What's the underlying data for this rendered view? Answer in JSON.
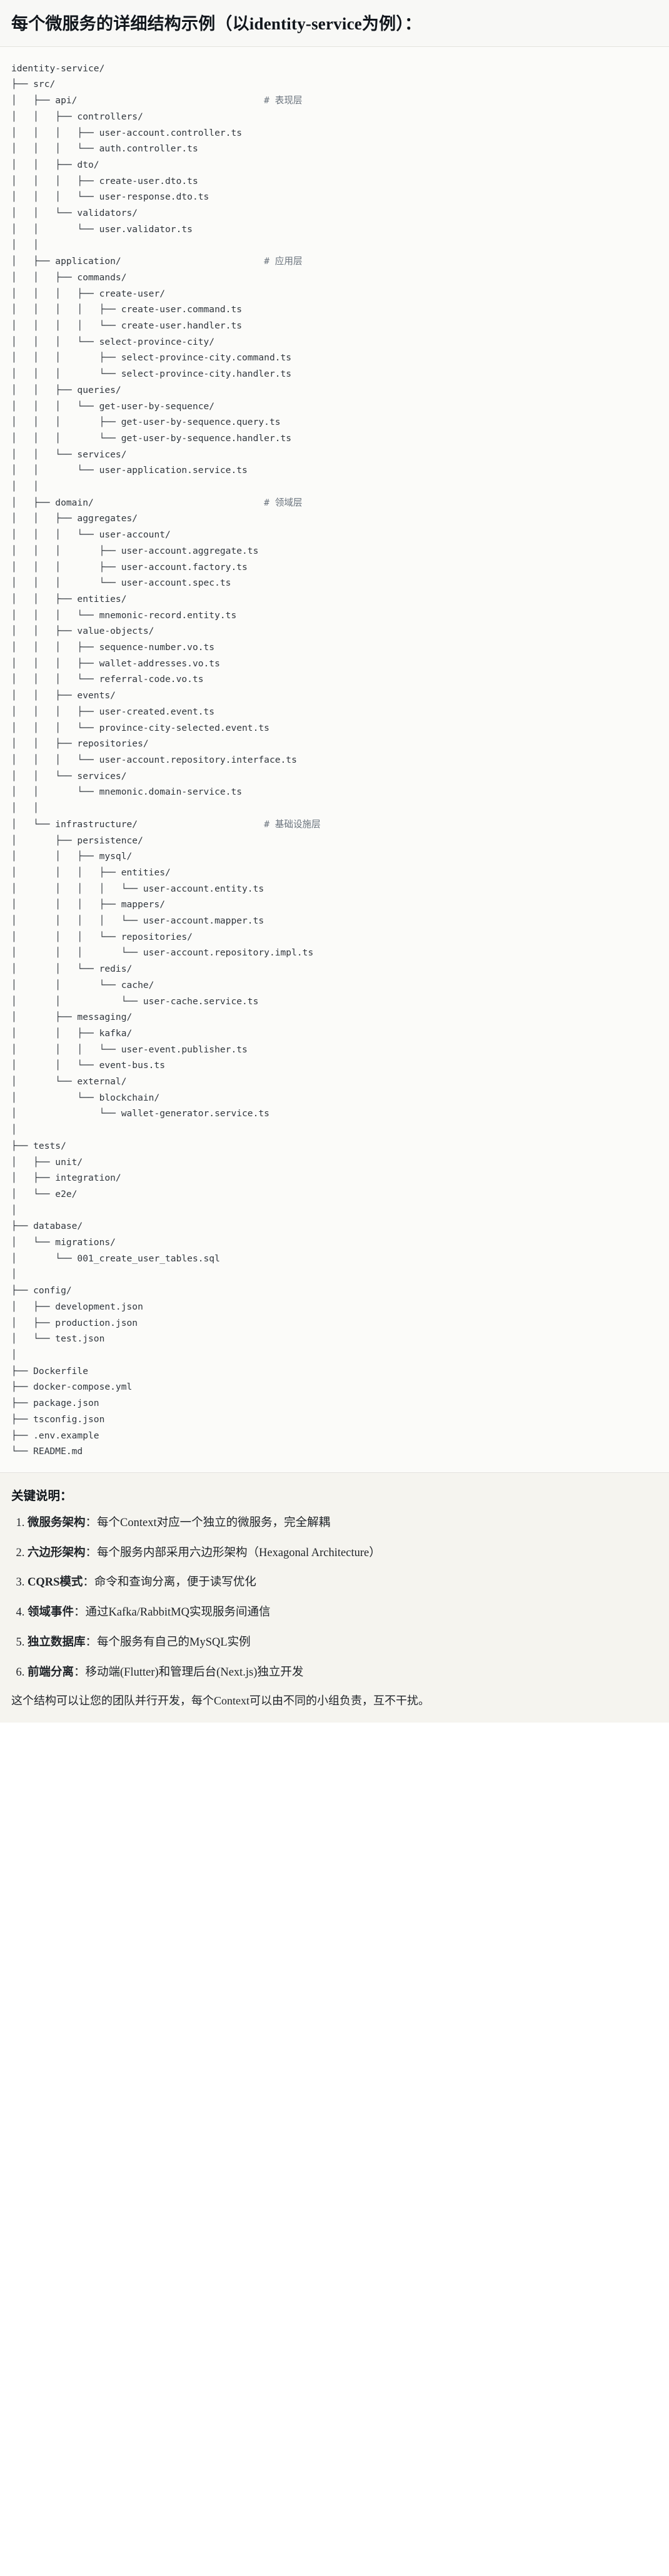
{
  "header": {
    "title": "每个微服务的详细结构示例（以identity-service为例）："
  },
  "tree": {
    "lines": [
      {
        "text": "identity-service/",
        "comment": ""
      },
      {
        "text": "├── src/",
        "comment": ""
      },
      {
        "text": "│   ├── api/",
        "comment": "# 表现层"
      },
      {
        "text": "│   │   ├── controllers/",
        "comment": ""
      },
      {
        "text": "│   │   │   ├── user-account.controller.ts",
        "comment": ""
      },
      {
        "text": "│   │   │   └── auth.controller.ts",
        "comment": ""
      },
      {
        "text": "│   │   ├── dto/",
        "comment": ""
      },
      {
        "text": "│   │   │   ├── create-user.dto.ts",
        "comment": ""
      },
      {
        "text": "│   │   │   └── user-response.dto.ts",
        "comment": ""
      },
      {
        "text": "│   │   └── validators/",
        "comment": ""
      },
      {
        "text": "│   │       └── user.validator.ts",
        "comment": ""
      },
      {
        "text": "│   │",
        "comment": ""
      },
      {
        "text": "│   ├── application/",
        "comment": "# 应用层"
      },
      {
        "text": "│   │   ├── commands/",
        "comment": ""
      },
      {
        "text": "│   │   │   ├── create-user/",
        "comment": ""
      },
      {
        "text": "│   │   │   │   ├── create-user.command.ts",
        "comment": ""
      },
      {
        "text": "│   │   │   │   └── create-user.handler.ts",
        "comment": ""
      },
      {
        "text": "│   │   │   └── select-province-city/",
        "comment": ""
      },
      {
        "text": "│   │   │       ├── select-province-city.command.ts",
        "comment": ""
      },
      {
        "text": "│   │   │       └── select-province-city.handler.ts",
        "comment": ""
      },
      {
        "text": "│   │   ├── queries/",
        "comment": ""
      },
      {
        "text": "│   │   │   └── get-user-by-sequence/",
        "comment": ""
      },
      {
        "text": "│   │   │       ├── get-user-by-sequence.query.ts",
        "comment": ""
      },
      {
        "text": "│   │   │       └── get-user-by-sequence.handler.ts",
        "comment": ""
      },
      {
        "text": "│   │   └── services/",
        "comment": ""
      },
      {
        "text": "│   │       └── user-application.service.ts",
        "comment": ""
      },
      {
        "text": "│   │",
        "comment": ""
      },
      {
        "text": "│   ├── domain/",
        "comment": "# 领域层"
      },
      {
        "text": "│   │   ├── aggregates/",
        "comment": ""
      },
      {
        "text": "│   │   │   └── user-account/",
        "comment": ""
      },
      {
        "text": "│   │   │       ├── user-account.aggregate.ts",
        "comment": ""
      },
      {
        "text": "│   │   │       ├── user-account.factory.ts",
        "comment": ""
      },
      {
        "text": "│   │   │       └── user-account.spec.ts",
        "comment": ""
      },
      {
        "text": "│   │   ├── entities/",
        "comment": ""
      },
      {
        "text": "│   │   │   └── mnemonic-record.entity.ts",
        "comment": ""
      },
      {
        "text": "│   │   ├── value-objects/",
        "comment": ""
      },
      {
        "text": "│   │   │   ├── sequence-number.vo.ts",
        "comment": ""
      },
      {
        "text": "│   │   │   ├── wallet-addresses.vo.ts",
        "comment": ""
      },
      {
        "text": "│   │   │   └── referral-code.vo.ts",
        "comment": ""
      },
      {
        "text": "│   │   ├── events/",
        "comment": ""
      },
      {
        "text": "│   │   │   ├── user-created.event.ts",
        "comment": ""
      },
      {
        "text": "│   │   │   └── province-city-selected.event.ts",
        "comment": ""
      },
      {
        "text": "│   │   ├── repositories/",
        "comment": ""
      },
      {
        "text": "│   │   │   └── user-account.repository.interface.ts",
        "comment": ""
      },
      {
        "text": "│   │   └── services/",
        "comment": ""
      },
      {
        "text": "│   │       └── mnemonic.domain-service.ts",
        "comment": ""
      },
      {
        "text": "│   │",
        "comment": ""
      },
      {
        "text": "│   └── infrastructure/",
        "comment": "# 基础设施层"
      },
      {
        "text": "│       ├── persistence/",
        "comment": ""
      },
      {
        "text": "│       │   ├── mysql/",
        "comment": ""
      },
      {
        "text": "│       │   │   ├── entities/",
        "comment": ""
      },
      {
        "text": "│       │   │   │   └── user-account.entity.ts",
        "comment": ""
      },
      {
        "text": "│       │   │   ├── mappers/",
        "comment": ""
      },
      {
        "text": "│       │   │   │   └── user-account.mapper.ts",
        "comment": ""
      },
      {
        "text": "│       │   │   └── repositories/",
        "comment": ""
      },
      {
        "text": "│       │   │       └── user-account.repository.impl.ts",
        "comment": ""
      },
      {
        "text": "│       │   └── redis/",
        "comment": ""
      },
      {
        "text": "│       │       └── cache/",
        "comment": ""
      },
      {
        "text": "│       │           └── user-cache.service.ts",
        "comment": ""
      },
      {
        "text": "│       ├── messaging/",
        "comment": ""
      },
      {
        "text": "│       │   ├── kafka/",
        "comment": ""
      },
      {
        "text": "│       │   │   └── user-event.publisher.ts",
        "comment": ""
      },
      {
        "text": "│       │   └── event-bus.ts",
        "comment": ""
      },
      {
        "text": "│       └── external/",
        "comment": ""
      },
      {
        "text": "│           └── blockchain/",
        "comment": ""
      },
      {
        "text": "│               └── wallet-generator.service.ts",
        "comment": ""
      },
      {
        "text": "│",
        "comment": ""
      },
      {
        "text": "├── tests/",
        "comment": ""
      },
      {
        "text": "│   ├── unit/",
        "comment": ""
      },
      {
        "text": "│   ├── integration/",
        "comment": ""
      },
      {
        "text": "│   └── e2e/",
        "comment": ""
      },
      {
        "text": "│",
        "comment": ""
      },
      {
        "text": "├── database/",
        "comment": ""
      },
      {
        "text": "│   └── migrations/",
        "comment": ""
      },
      {
        "text": "│       └── 001_create_user_tables.sql",
        "comment": ""
      },
      {
        "text": "│",
        "comment": ""
      },
      {
        "text": "├── config/",
        "comment": ""
      },
      {
        "text": "│   ├── development.json",
        "comment": ""
      },
      {
        "text": "│   ├── production.json",
        "comment": ""
      },
      {
        "text": "│   └── test.json",
        "comment": ""
      },
      {
        "text": "│",
        "comment": ""
      },
      {
        "text": "├── Dockerfile",
        "comment": ""
      },
      {
        "text": "├── docker-compose.yml",
        "comment": ""
      },
      {
        "text": "├── package.json",
        "comment": ""
      },
      {
        "text": "├── tsconfig.json",
        "comment": ""
      },
      {
        "text": "├── .env.example",
        "comment": ""
      },
      {
        "text": "└── README.md",
        "comment": ""
      }
    ],
    "comment_column": 46
  },
  "notes": {
    "heading": "关键说明：",
    "items": [
      {
        "lead": "微服务架构",
        "body": "：每个Context对应一个独立的微服务，完全解耦"
      },
      {
        "lead": "六边形架构",
        "body": "：每个服务内部采用六边形架构（Hexagonal Architecture）"
      },
      {
        "lead": "CQRS模式",
        "body": "：命令和查询分离，便于读写优化"
      },
      {
        "lead": "领域事件",
        "body": "：通过Kafka/RabbitMQ实现服务间通信"
      },
      {
        "lead": "独立数据库",
        "body": "：每个服务有自己的MySQL实例"
      },
      {
        "lead": "前端分离",
        "body": "：移动端(Flutter)和管理后台(Next.js)独立开发"
      }
    ],
    "closing": "这个结构可以让您的团队并行开发，每个Context可以由不同的小组负责，互不干扰。"
  },
  "colors": {
    "header_bg": "#f8f8f6",
    "code_bg": "#fbfbf9",
    "notes_bg": "#f5f4ef",
    "text": "#1f2328",
    "code_text": "#30363d",
    "comment_text": "#6a737d",
    "rule": "#e3e3df"
  }
}
